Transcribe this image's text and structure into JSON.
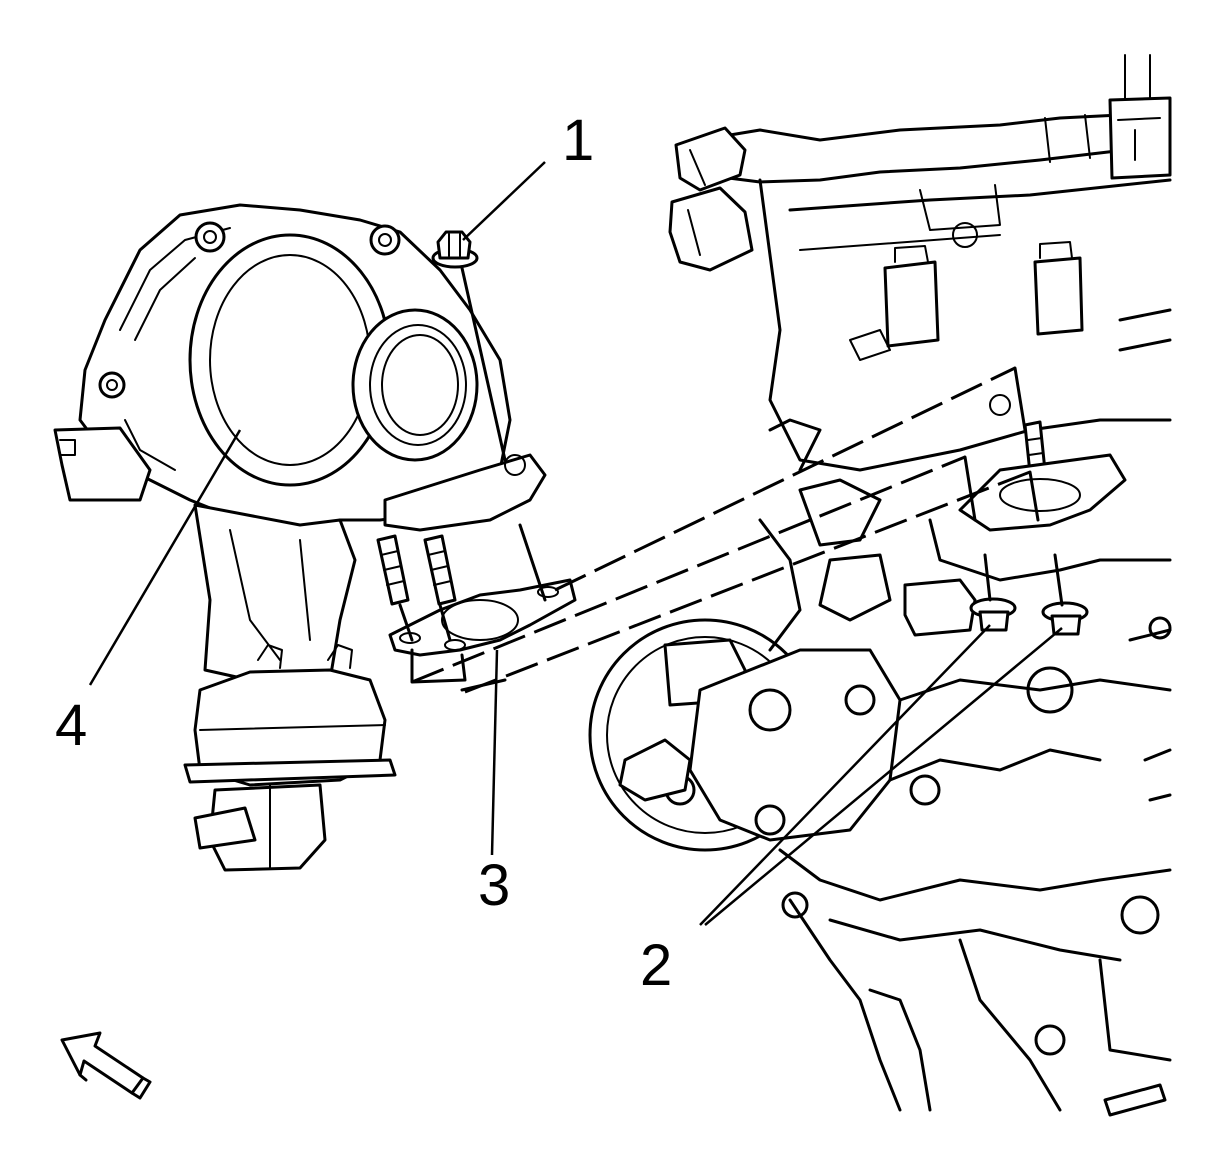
{
  "callouts": [
    {
      "id": "1",
      "text": "1"
    },
    {
      "id": "2",
      "text": "2"
    },
    {
      "id": "3",
      "text": "3"
    },
    {
      "id": "4",
      "text": "4"
    }
  ],
  "icons": {
    "view_arrow": "view-direction-arrow-icon"
  }
}
